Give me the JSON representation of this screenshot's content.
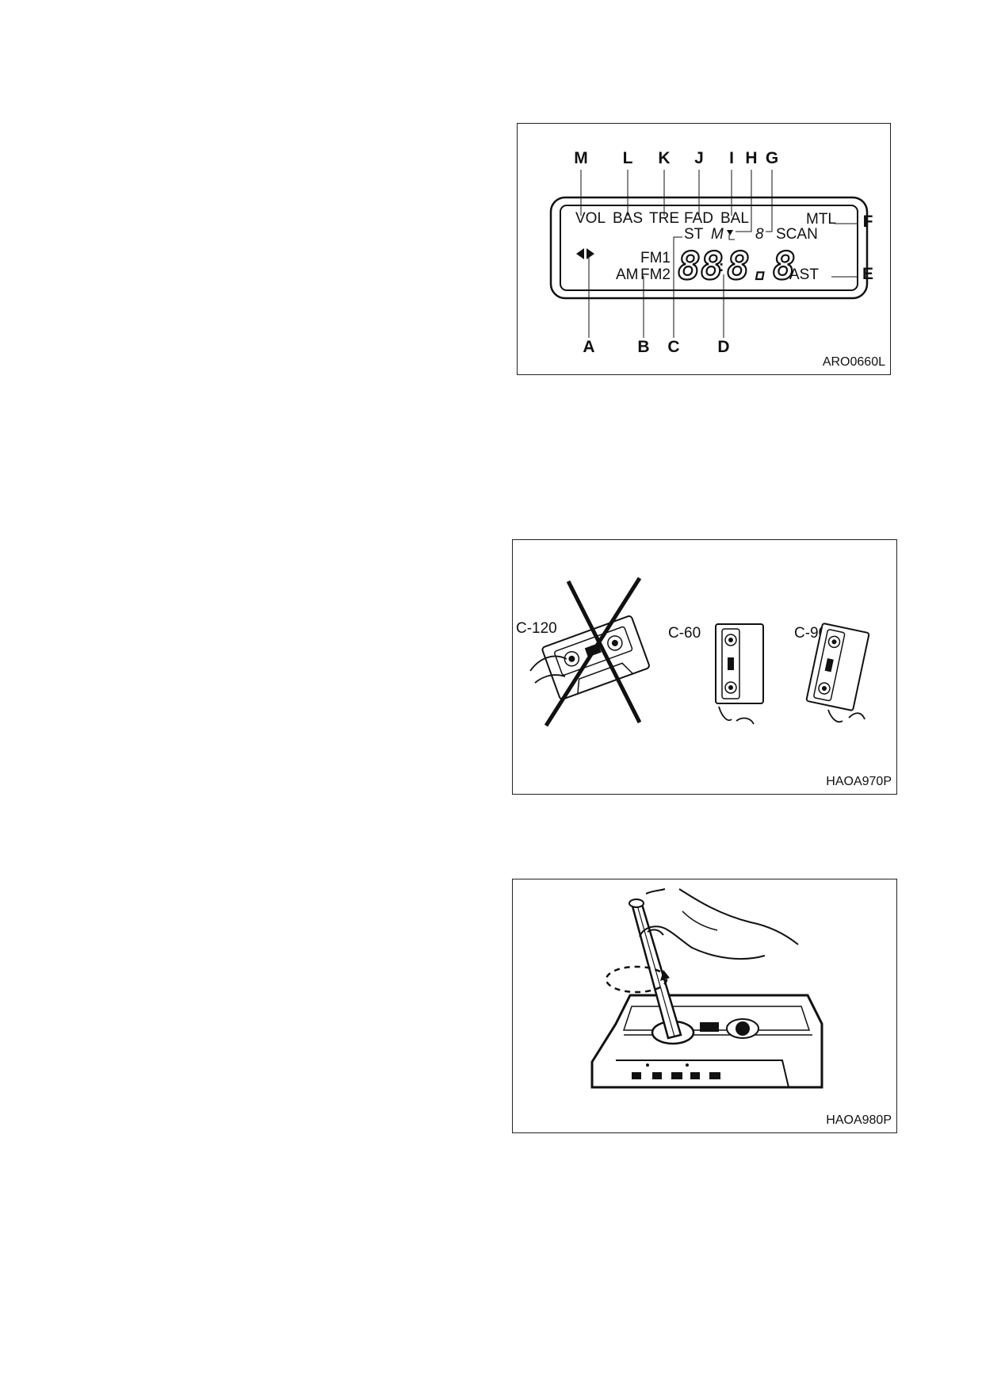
{
  "figures": {
    "display": {
      "id": "ARO0660L",
      "callouts_top": [
        "M",
        "L",
        "K",
        "J",
        "I",
        "H",
        "G"
      ],
      "callouts_right": [
        "F",
        "E"
      ],
      "callouts_bottom": [
        "A",
        "B",
        "C",
        "D"
      ],
      "segments": {
        "vol": "VOL",
        "bas": "BAS",
        "tre": "TRE",
        "fad": "FAD",
        "bal": "BAL",
        "mtl": "MTL",
        "st": "ST",
        "m": "M",
        "track_digit": "8",
        "scan": "SCAN",
        "fm1": "FM1",
        "am": "AM",
        "fm2": "FM2",
        "ast": "AST",
        "clock_left": "88",
        "clock_colon": ":",
        "clock_right": "8.8"
      }
    },
    "tapes": {
      "id": "HAOA970P",
      "labels": [
        "C-120",
        "C-60",
        "C-90"
      ]
    },
    "pencil": {
      "id": "HAOA980P"
    }
  }
}
